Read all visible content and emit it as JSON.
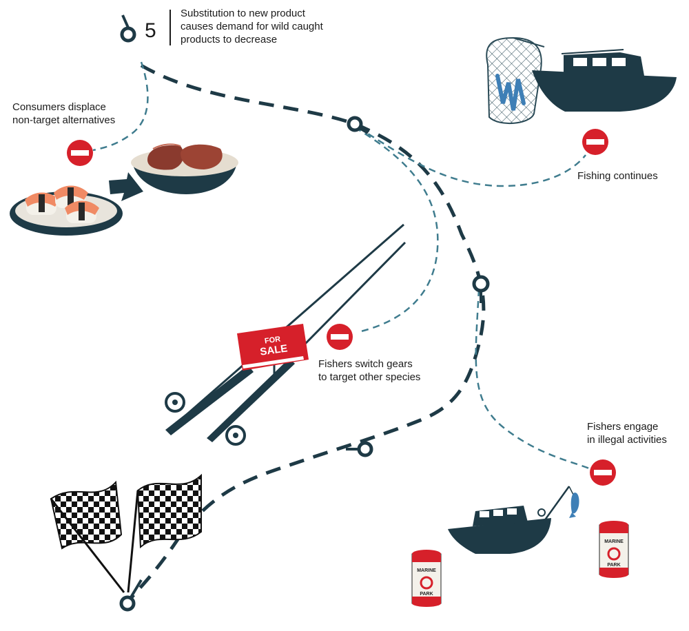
{
  "step": {
    "number": "5",
    "title": "Substitution to new product\ncauses demand for wild caught\nproducts to decrease"
  },
  "outcomes": [
    {
      "id": "consumers",
      "label": "Consumers displace\nnon-target alternatives"
    },
    {
      "id": "fishing",
      "label": "Fishing continues"
    },
    {
      "id": "gears",
      "label": "Fishers switch gears\nto target other species"
    },
    {
      "id": "illegal",
      "label": "Fishers engage\nin illegal activities"
    }
  ],
  "signs": {
    "for_sale_top": "FOR",
    "for_sale_bottom": "SALE",
    "marine_park_top": "MARINE",
    "marine_park_bottom": "PARK"
  },
  "colors": {
    "path": "#1e3a46",
    "branch": "#3f7c8e",
    "stop": "#d6202a",
    "boat": "#1e3a46",
    "salmon": "#f08a64",
    "meat": "#8a3a2e"
  },
  "icons": [
    "no-entry-icon",
    "fishing-net-icon",
    "boat-icon",
    "sushi-plate-icon",
    "meat-bowl-icon",
    "fishing-rod-icon",
    "for-sale-sign-icon",
    "checkered-flag-icon",
    "marine-park-buoy-icon",
    "fish-icon"
  ]
}
